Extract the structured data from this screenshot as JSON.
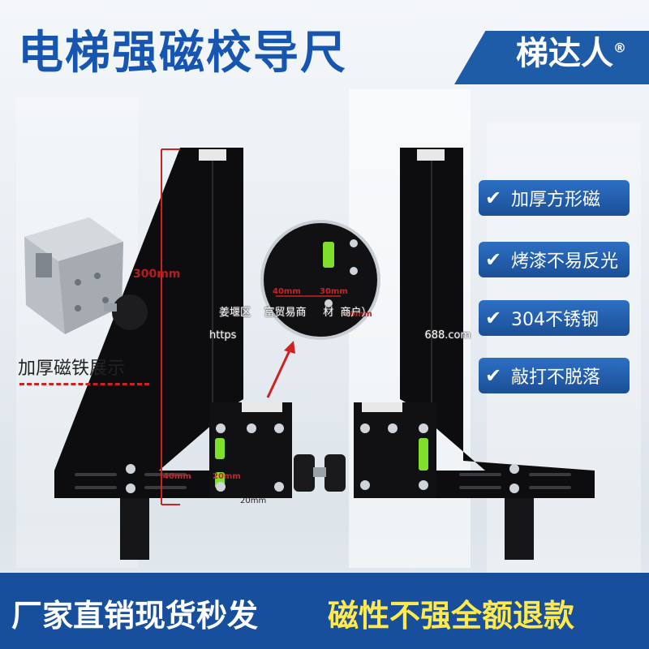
{
  "title": "电梯强磁校导尺",
  "brand": {
    "name": "梯达人",
    "reg": "®"
  },
  "features": [
    {
      "label": "加厚方形磁",
      "icon": "check-icon"
    },
    {
      "label": "烤漆不易反光",
      "icon": "check-icon"
    },
    {
      "label": "304不锈钢",
      "icon": "check-icon"
    },
    {
      "label": "敲打不脱落",
      "icon": "check-icon"
    }
  ],
  "magnet_caption": "加厚磁铁展示",
  "dimensions": {
    "height": "300mm",
    "left_40": "40mm",
    "left_20a": "20mm",
    "left_20b": "20mm",
    "zoom_40": "40mm",
    "zoom_30": "30mm",
    "zoom_20": "20mm"
  },
  "watermark": {
    "line1": "姜堰区",
    "line1b": "富贸易商",
    "line1c": "材",
    "line1d": "商户）",
    "line2": "https",
    "line2b": "688.com"
  },
  "bottom": {
    "left_text": "厂家直销现货秒发",
    "right_text": "磁性不强全额退款"
  },
  "colors": {
    "title_blue": "#1756b0",
    "bar_blue": "#174f9d",
    "accent_yellow": "#ffe94d",
    "dimension_red": "#cc2222",
    "level_green": "#7ee02a"
  }
}
